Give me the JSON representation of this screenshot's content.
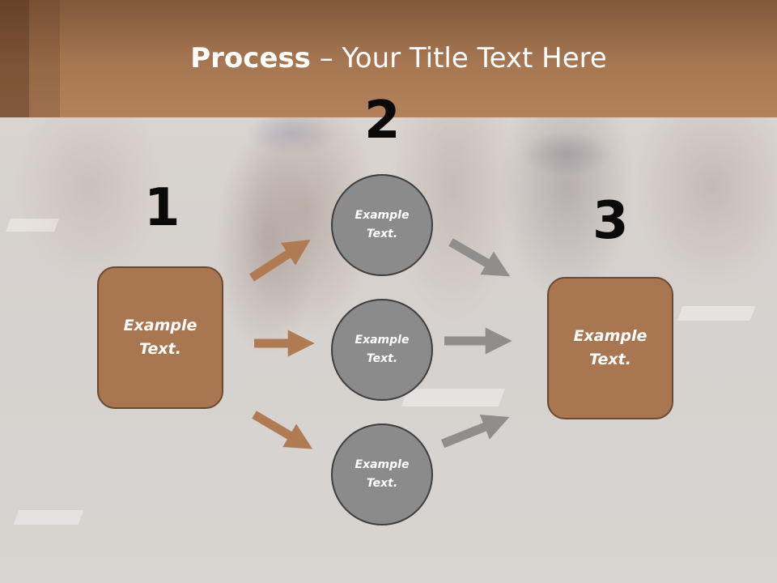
{
  "slide": {
    "title_bold": "Process",
    "title_rest": " – Your Title Text Here"
  },
  "steps": {
    "num1": "1",
    "num2": "2",
    "num3": "3"
  },
  "left_box": {
    "text": "Example Text."
  },
  "circles": [
    {
      "text": "Example Text."
    },
    {
      "text": "Example Text."
    },
    {
      "text": "Example Text."
    }
  ],
  "right_box": {
    "text": "Example Text."
  },
  "colors": {
    "header": "#a77752",
    "box_fill": "#a87752",
    "circle_fill": "#8c8b8b",
    "arrow_brown": "#b07b52",
    "arrow_gray": "#8f8e8d"
  }
}
